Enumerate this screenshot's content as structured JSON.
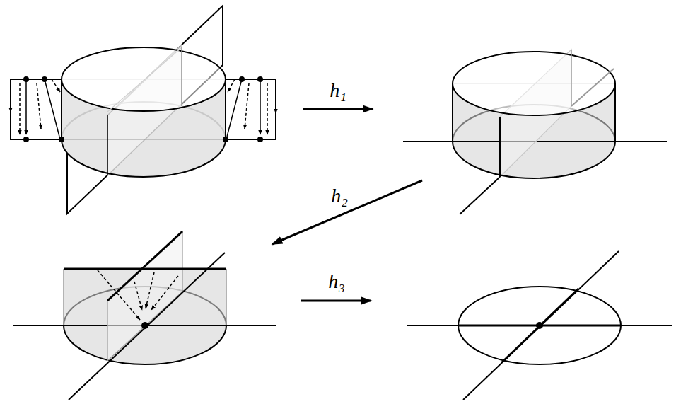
{
  "diagram": {
    "labels": [
      "h₁",
      "h₂",
      "h₃"
    ]
  }
}
